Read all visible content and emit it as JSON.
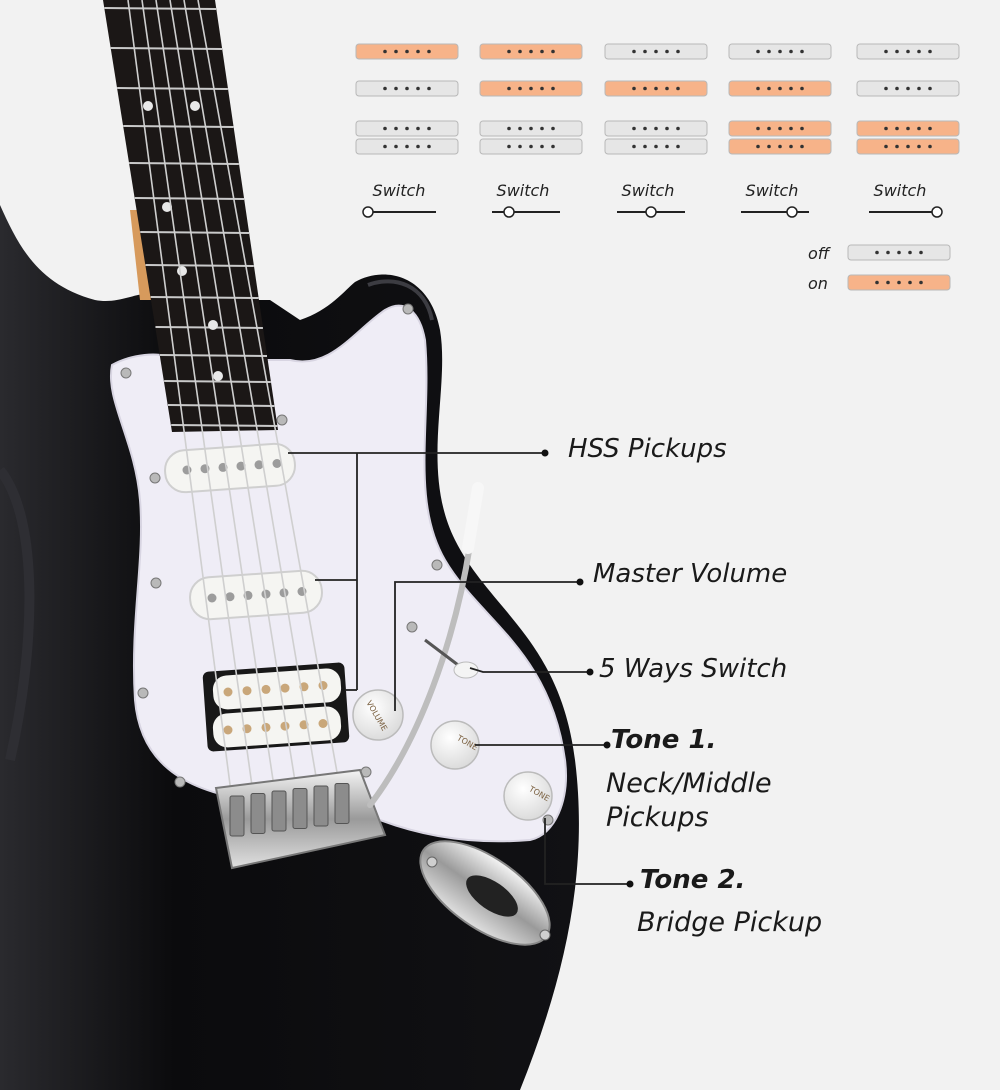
{
  "colors": {
    "background": "#f2f2f2",
    "pickup_on": "#f7b389",
    "pickup_off": "#e6e6e6",
    "guitar_body": "#0d0d0f",
    "pickguard": "#efedf6",
    "fretboard": "#1b1716",
    "leader_line": "#222222"
  },
  "switch_chart": {
    "switch_label": "Switch",
    "positions": [
      {
        "neck": "on",
        "middle": "off",
        "bridge": "off",
        "lever": 0.0
      },
      {
        "neck": "on",
        "middle": "on",
        "bridge": "off",
        "lever": 0.25
      },
      {
        "neck": "off",
        "middle": "on",
        "bridge": "off",
        "lever": 0.5
      },
      {
        "neck": "off",
        "middle": "on",
        "bridge": "on",
        "lever": 0.75
      },
      {
        "neck": "off",
        "middle": "off",
        "bridge": "on",
        "lever": 1.0
      }
    ],
    "legend": {
      "off": "off",
      "on": "on"
    }
  },
  "callouts": {
    "hss_pickups": "HSS Pickups",
    "master_volume": "Master Volume",
    "five_way_switch": "5 Ways Switch",
    "tone1_title": "Tone 1.",
    "tone1_line1": "Neck/Middle",
    "tone1_line2": "Pickups",
    "tone2_title": "Tone 2.",
    "tone2_desc": "Bridge Pickup"
  },
  "knobs": {
    "volume": "VOLUME",
    "tone": "TONE"
  },
  "icons": [
    "guitar-illustration",
    "pickup-chart",
    "switch-lever-icon"
  ]
}
